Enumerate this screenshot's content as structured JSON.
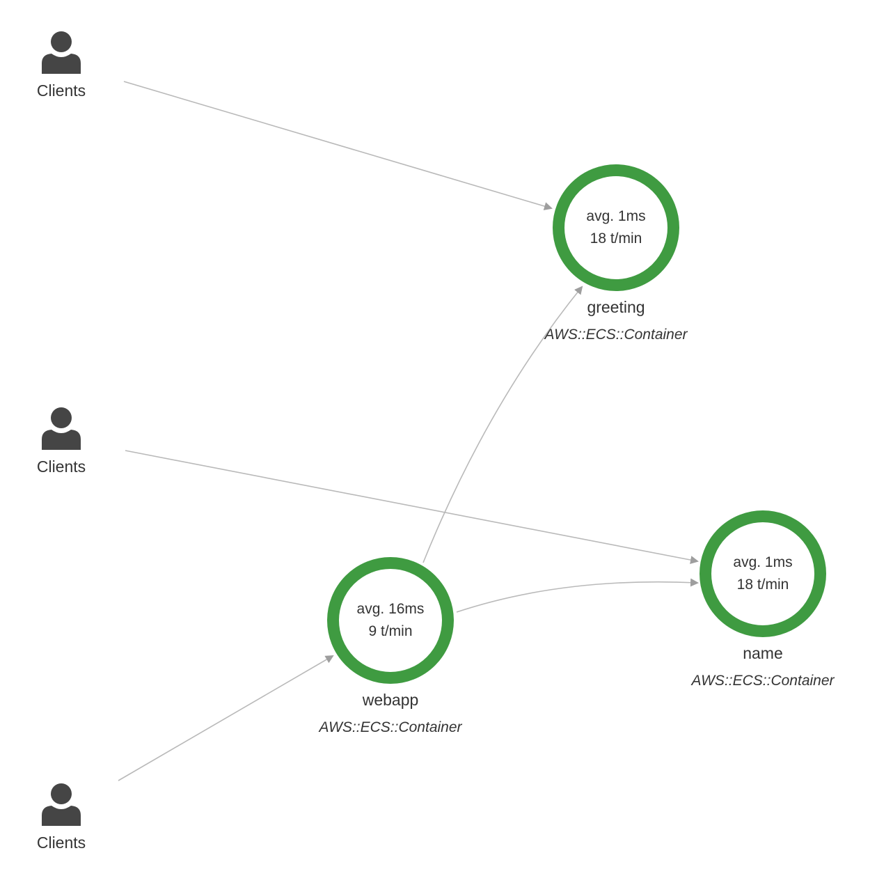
{
  "colors": {
    "healthy_ring": "#3f9b41",
    "edge": "#b9b9b9",
    "arrow": "#9e9e9e",
    "client_icon": "#454545",
    "text": "#333333"
  },
  "icons": {
    "client": "user-icon"
  },
  "clients": [
    {
      "label": "Clients"
    },
    {
      "label": "Clients"
    },
    {
      "label": "Clients"
    }
  ],
  "nodes": {
    "greeting": {
      "avg": "avg. 1ms",
      "rate": "18 t/min",
      "name": "greeting",
      "type": "AWS::ECS::Container"
    },
    "name": {
      "avg": "avg. 1ms",
      "rate": "18 t/min",
      "name": "name",
      "type": "AWS::ECS::Container"
    },
    "webapp": {
      "avg": "avg. 16ms",
      "rate": "9 t/min",
      "name": "webapp",
      "type": "AWS::ECS::Container"
    }
  },
  "edges": [
    {
      "from": "Clients",
      "to": "greeting"
    },
    {
      "from": "Clients",
      "to": "name"
    },
    {
      "from": "Clients",
      "to": "webapp"
    },
    {
      "from": "webapp",
      "to": "greeting"
    },
    {
      "from": "webapp",
      "to": "name"
    }
  ]
}
